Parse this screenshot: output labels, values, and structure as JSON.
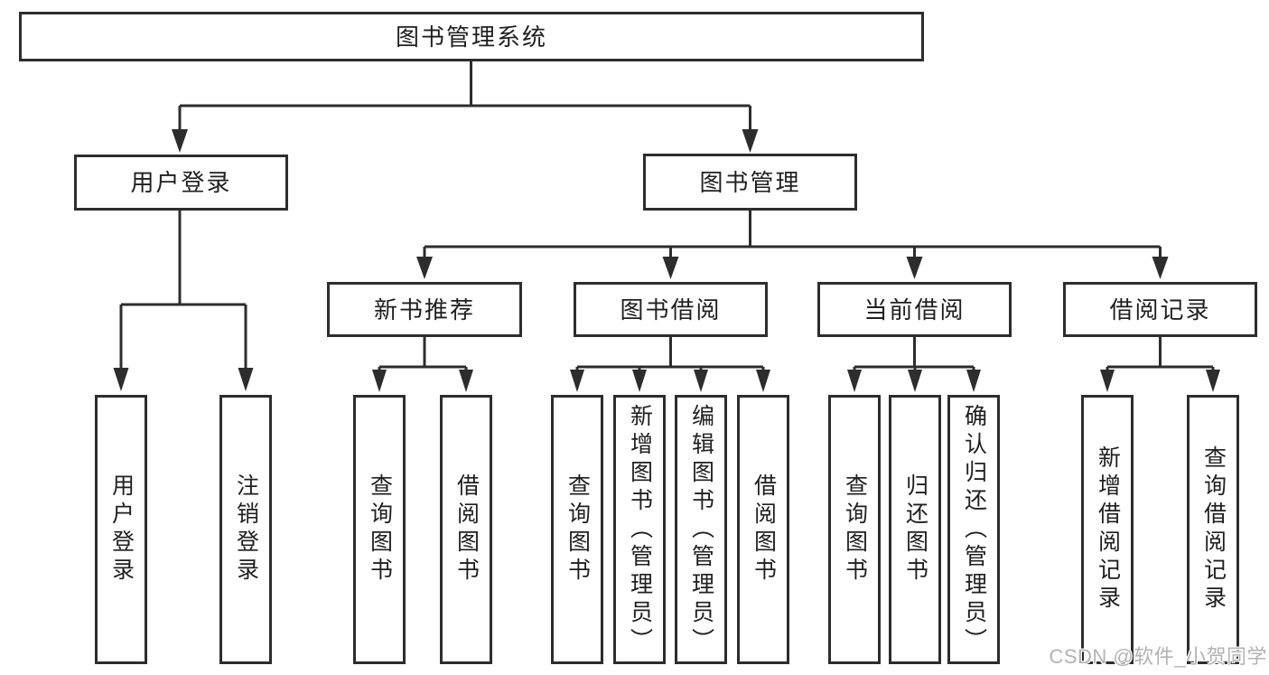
{
  "colors": {
    "line": "#2d2d2d",
    "text": "#1f1f1f",
    "watermark": "#b3b3b3",
    "background": "#ffffff"
  },
  "watermark": {
    "text": "CSDN @软件_小贺同学"
  },
  "tree": {
    "root": {
      "label": "图书管理系统"
    },
    "branches": [
      {
        "label": "用户登录",
        "children": [
          {
            "label": "用户登录"
          },
          {
            "label": "注销登录"
          }
        ]
      },
      {
        "label": "图书管理",
        "children": [
          {
            "label": "新书推荐",
            "children": [
              {
                "label": "查询图书"
              },
              {
                "label": "借阅图书"
              }
            ]
          },
          {
            "label": "图书借阅",
            "children": [
              {
                "label": "查询图书"
              },
              {
                "label": "新增图书（管理员）"
              },
              {
                "label": "编辑图书（管理员）"
              },
              {
                "label": "借阅图书"
              }
            ]
          },
          {
            "label": "当前借阅",
            "children": [
              {
                "label": "查询图书"
              },
              {
                "label": "归还图书"
              },
              {
                "label": "确认归还（管理员）"
              }
            ]
          },
          {
            "label": "借阅记录",
            "children": [
              {
                "label": "新增借阅记录"
              },
              {
                "label": "查询借阅记录"
              }
            ]
          }
        ]
      }
    ]
  }
}
